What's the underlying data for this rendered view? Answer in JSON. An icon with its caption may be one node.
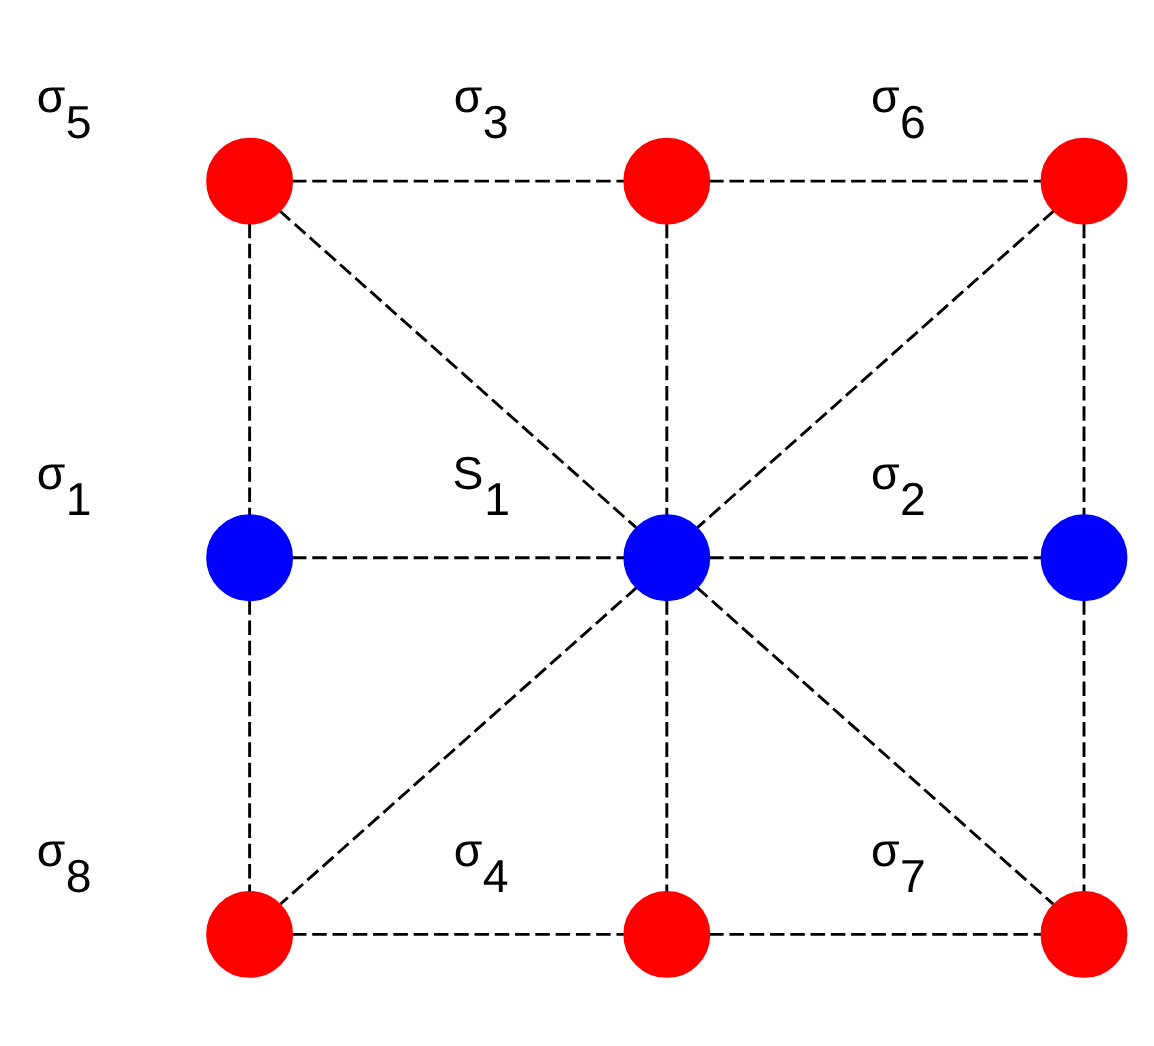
{
  "diagram": {
    "nodes": [
      {
        "text": [],
        "shape": "circle",
        "beside": [
          "σ$_{5}$"
        ]
      },
      {
        "text": [],
        "shape": "circle",
        "beside": [
          "σ$_{3}$"
        ]
      },
      {
        "text": [],
        "shape": "circle",
        "beside": [
          "σ$_{6}$"
        ]
      },
      {
        "text": [],
        "shape": "circle",
        "beside": [
          "σ$_{1}$"
        ]
      },
      {
        "text": [],
        "shape": "circle",
        "beside": [
          "S$_{1}$"
        ]
      },
      {
        "text": [],
        "shape": "circle",
        "beside": [
          "σ$_{2}$"
        ]
      },
      {
        "text": [],
        "shape": "circle",
        "beside": [
          "σ$_{8}$"
        ]
      },
      {
        "text": [],
        "shape": "circle",
        "beside": [
          "σ$_{4}$"
        ]
      },
      {
        "text": [],
        "shape": "circle",
        "beside": [
          "σ$_{7}$"
        ]
      }
    ],
    "edges": [
      {
        "from": 0,
        "to": 1,
        "arrow": "none",
        "style": "dashed"
      },
      {
        "from": 1,
        "to": 2,
        "arrow": "none",
        "style": "dashed"
      },
      {
        "from": 3,
        "to": 4,
        "arrow": "none",
        "style": "dashed"
      },
      {
        "from": 4,
        "to": 5,
        "arrow": "none",
        "style": "dashed"
      },
      {
        "from": 6,
        "to": 7,
        "arrow": "none",
        "style": "dashed"
      },
      {
        "from": 7,
        "to": 8,
        "arrow": "none",
        "style": "dashed"
      },
      {
        "from": 0,
        "to": 3,
        "arrow": "none",
        "style": "dashed"
      },
      {
        "from": 3,
        "to": 6,
        "arrow": "none",
        "style": "dashed"
      },
      {
        "from": 1,
        "to": 4,
        "arrow": "none",
        "style": "dashed"
      },
      {
        "from": 4,
        "to": 7,
        "arrow": "none",
        "style": "dashed"
      },
      {
        "from": 2,
        "to": 5,
        "arrow": "none",
        "style": "dashed"
      },
      {
        "from": 5,
        "to": 8,
        "arrow": "none",
        "style": "dashed"
      },
      {
        "from": 0,
        "to": 4,
        "arrow": "none",
        "style": "dashed"
      },
      {
        "from": 4,
        "to": 8,
        "arrow": "none",
        "style": "dashed"
      },
      {
        "from": 2,
        "to": 4,
        "arrow": "none",
        "style": "dashed"
      },
      {
        "from": 4,
        "to": 6,
        "arrow": "none",
        "style": "dashed"
      }
    ]
  }
}
